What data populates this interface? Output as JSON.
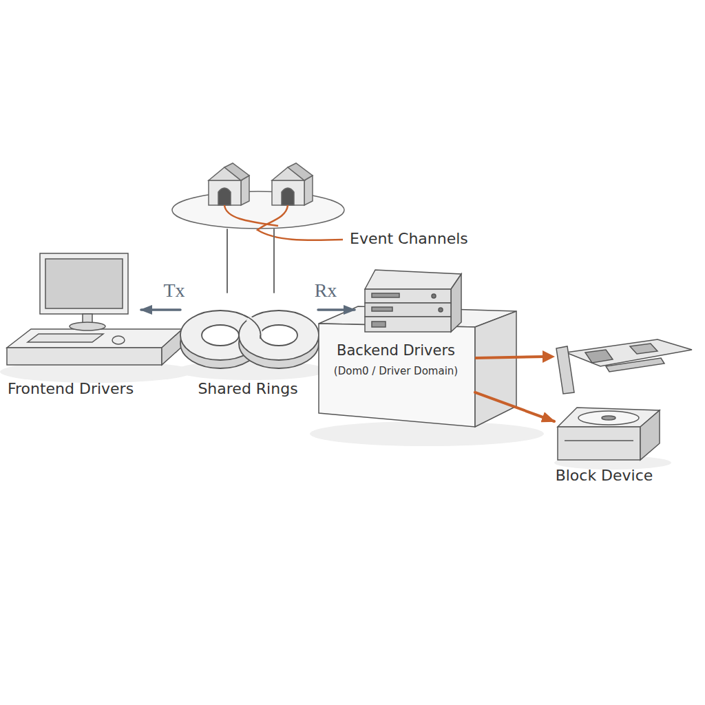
{
  "diagram": {
    "nodes": [
      {
        "text": [
          "Event Channels"
        ]
      },
      {
        "text": [
          "Frontend Drivers"
        ]
      },
      {
        "text": [
          "Shared Rings"
        ]
      },
      {
        "text": [
          "Backend Drivers",
          "(Dom0 / Driver Domain)"
        ]
      },
      {
        "text": [
          "Block Device"
        ]
      }
    ],
    "edges": [
      {
        "from": 2,
        "to": 1,
        "label": "Tx",
        "arrow": "to"
      },
      {
        "from": 2,
        "to": 3,
        "label": "Rx",
        "arrow": "to"
      },
      {
        "from": 0,
        "to": 2,
        "arrow": "none"
      },
      {
        "from": 3,
        "to": 4,
        "arrow": "to"
      }
    ]
  }
}
